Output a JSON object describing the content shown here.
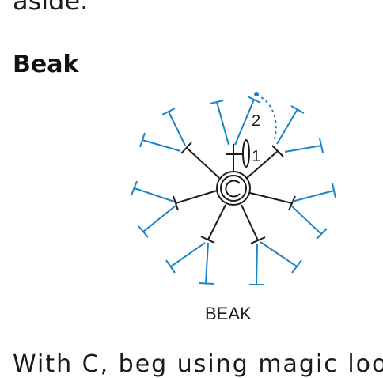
{
  "document": {
    "previous_paragraph_fragment": "aside.",
    "section_heading": "Beak",
    "body_text_fragment": "With C, beg using magic loo"
  },
  "crochet_chart": {
    "caption": "BEAK",
    "round_labels": [
      "1",
      "2"
    ],
    "colors": {
      "round_1": "#1b1b1b",
      "round_2": "#1a85c6"
    }
  }
}
